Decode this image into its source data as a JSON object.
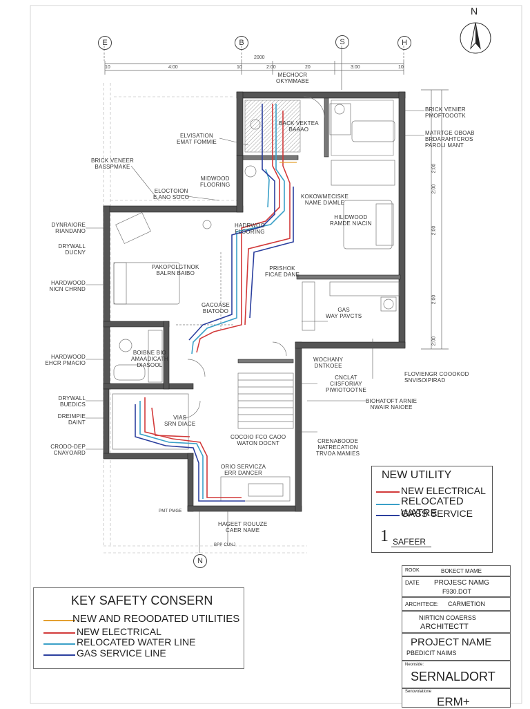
{
  "north": {
    "letter": "N"
  },
  "grid_bubbles": {
    "e": "E",
    "b": "B",
    "s": "S",
    "h": "H",
    "n_bottom": "N"
  },
  "dimensions": {
    "overall": "2000",
    "d1": "10",
    "d2": "4:00",
    "d3": "10",
    "d4": "2:00",
    "d5": "20",
    "d6": "3:00",
    "d7": "10",
    "r1": "2:00",
    "r2": "2:00",
    "r3": "2:00",
    "r4": "2:00",
    "r5": "2:00"
  },
  "labels": {
    "mechanical": "MECHOCR\nOKYMMABE",
    "back_vertical": "BACK VEKTEA\nBAAAO",
    "elevation": "ELVISATION\nEMAT FOMMIE",
    "brick_veneer_left": "BRICK VENEER\nBASSPMAKE",
    "midwood_flooring": "MIDWOOD\nFLOORING",
    "brick_veneer_right": "BRICK VENIER\nPMOFTOOOTK",
    "material_board": "MATRTGE OBOAB\nBRDARAHTCROS\nPAROLI MANT",
    "elect_center": "ELOCTOION\nE ANO SOCO",
    "dynamic_finish": "DYNRAIORE\nRIANDANO",
    "drywall_top": "DRYWALL\nDUCNY",
    "hardwood_left": "HARDWOOD\nNICN CHRND",
    "family_room": "PAKOPOLGTNOK\nBALRN BAIBO",
    "hardwood_flooring": "HADRWOO\nFLOORING",
    "kitchen_mechanic": "KOKOWMECISKE\nNAME DIAMLE",
    "hardwood_room": "HILIDWOOD\nRAMDE NIACIN",
    "pressure_nook": "PRISHOK\nFICAE DANE",
    "garage_bath": "GACOASE\nBIATOOO",
    "gas_way": "GAS\nWAY PAVCTS",
    "hardwood_lower": "HARDWOOD\nEHCR PMACIO",
    "bathroom": "BOIBNE BIO\nAMAADICATH\nDIASOOL",
    "wood_entry": "WOCHANY\nDNTKOEE",
    "circle_entry": "CNCLAT\nCIISFORIAY\nPIWIOTOOTNE",
    "follower": "FLOVIENGR COOOKOD\nSNVISOIPIRAD",
    "drywall_lower": "DRYWALL\nBUEDICS",
    "drainage": "DREIMPIE\nDAINT",
    "bioraft": "BIOHATOFT ARNIE\nNWAIR NAIOEE",
    "via_garage": "VIAS\nSRN DIACE",
    "crook_drop": "CRODO-DEP\nCNAYOARD",
    "corner_pad": "COCOIO FCO CAOO\nWATON DOCNT",
    "crenabode": "CRENABOODE\nNATRECATION\nTRVOA MAMIES",
    "orio_service": "ORIO SERVICZA\nERR DANCER",
    "hanger_fouse": "HAGEET ROUUZE\nCAER NAME",
    "small_1": "BPP CUNJ",
    "small_2": "PMT PMGE"
  },
  "utility_legend": {
    "title": "NEW UTILITY",
    "items": [
      {
        "label": "NEW ELECTRICAL",
        "color": "#d23a3a"
      },
      {
        "label": "RELOCATED WATRE",
        "color": "#3aa0c8"
      },
      {
        "label": "GASS SERVICE",
        "color": "#2b3f9e"
      }
    ],
    "scale_num": "1",
    "scale_label": "SAFEER"
  },
  "key_legend": {
    "title": "KEY SAFETY CONSERN",
    "items": [
      {
        "label": "NEW AND REOODATED UTILITIES",
        "color": "#e3a030"
      },
      {
        "label": "NEW ELECTRICAL",
        "color": "#d23a3a"
      },
      {
        "label": "RELOCATED WATER LINE",
        "color": "#3aa0c8"
      },
      {
        "label": "GAS SERVICE LINE",
        "color": "#2b3f9e"
      }
    ]
  },
  "title_block": {
    "r1_left": "ROOK",
    "r1_right": "BOKECT MAME",
    "r2_left": "DATE",
    "r2_right_1": "PROJESC NAMG",
    "r2_right_2": "F930.DOT",
    "r3_left": "ARCHITECE:",
    "r3_right": "CARMETION",
    "r4_1": "NIRTICN COAERSS",
    "r4_2": "ARCHITECTT",
    "r5_1": "PROJECT NAME",
    "r5_2": "PBEDICIT NAIMS",
    "r6_small": "Neonside:",
    "r6_main": "SERNALDORT",
    "r7_small": "Senovolatione",
    "r7_main": "ERM+"
  },
  "colors": {
    "wall": "#444444",
    "electric": "#d23a3a",
    "water": "#3aa0c8",
    "gas": "#2b3f9e",
    "orange": "#e3a030"
  }
}
